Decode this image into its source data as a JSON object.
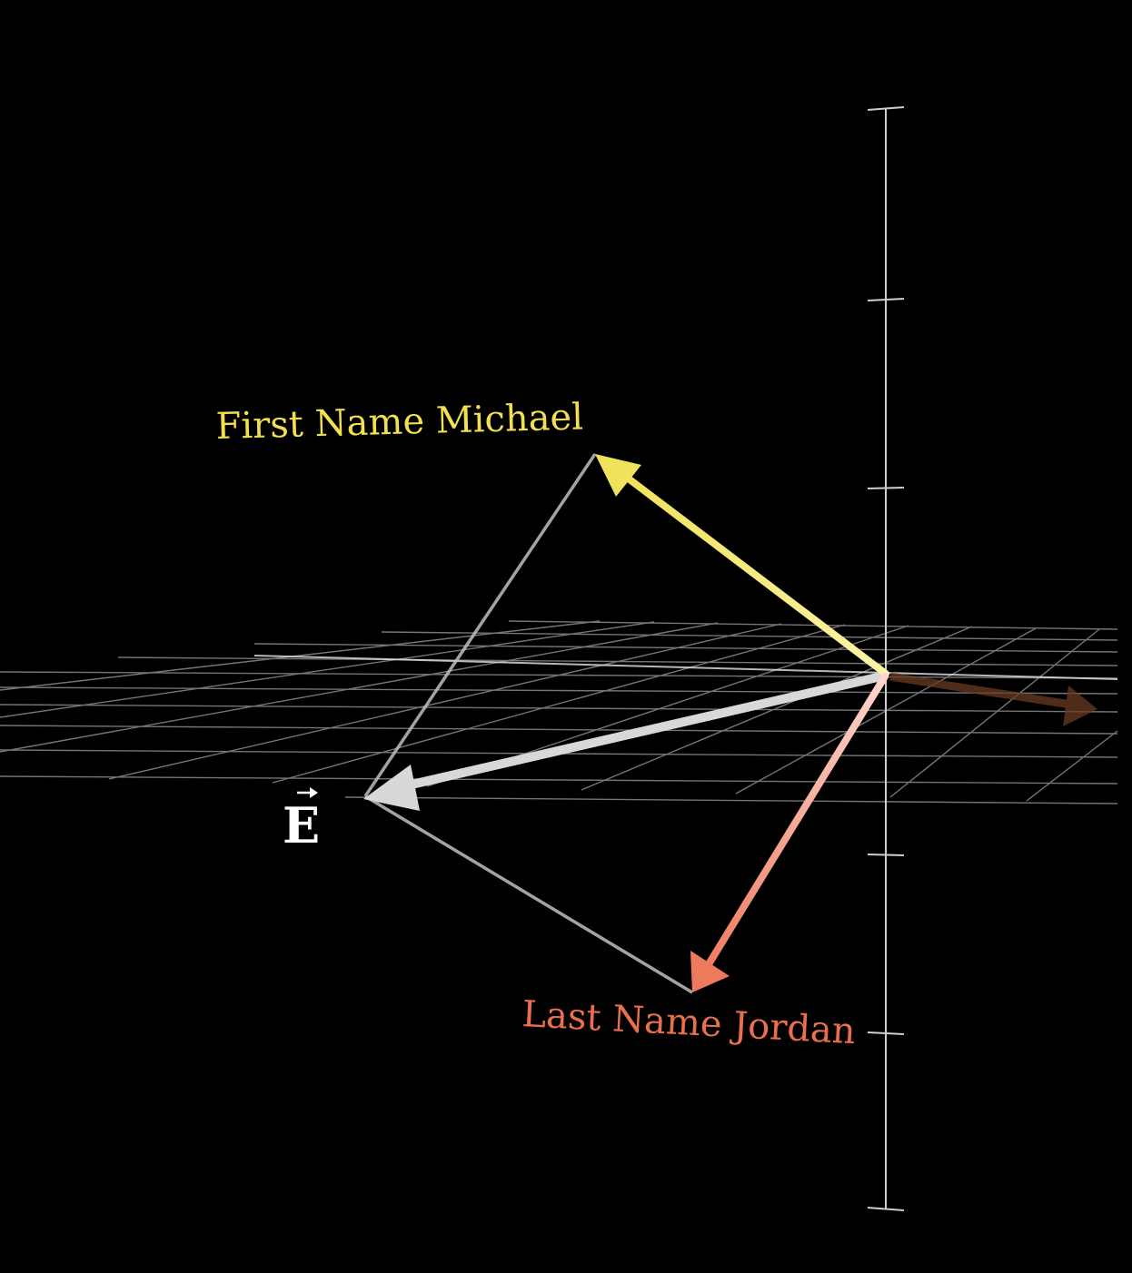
{
  "diagram": {
    "background_color": "#000000",
    "labels": {
      "first_name": "First Name Michael",
      "last_name": "Last Name Jordan",
      "embedding": "E"
    },
    "colors": {
      "first_name_vector": "#f4e66a",
      "first_name_label": "#f2e04e",
      "last_name_vector": "#f0a090",
      "last_name_label": "#e8704e",
      "embedding_vector": "#d8d8d8",
      "embedding_label": "#ffffff",
      "guide_lines": "#bfbfbf",
      "axis_line": "#cfcfcf",
      "grid_line": "#8a8a8a",
      "x_axis_vector": "#6a3a22"
    },
    "vector_accent": "arrow-over-letter"
  }
}
